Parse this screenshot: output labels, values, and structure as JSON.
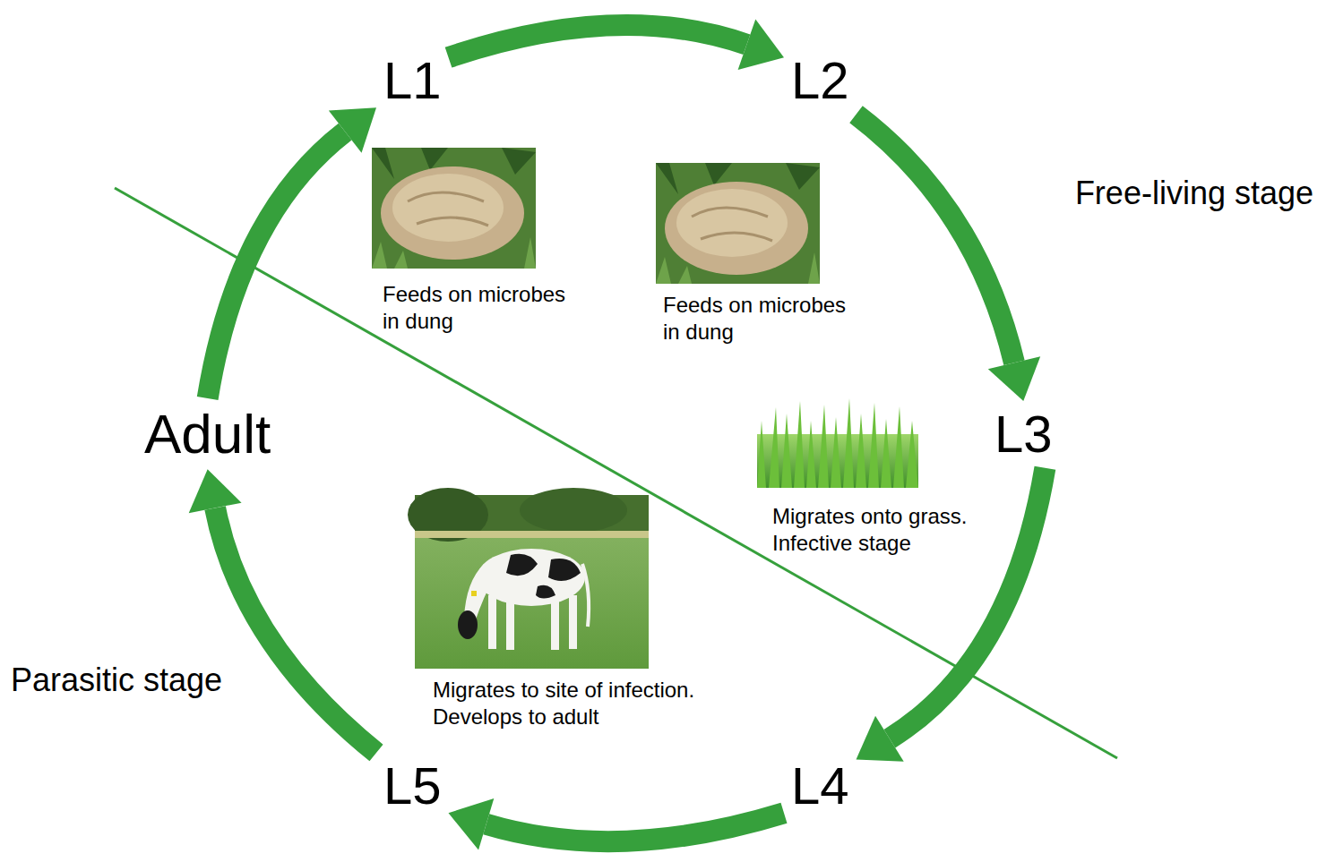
{
  "diagram": {
    "nodes": [
      {
        "text": [
          "L1"
        ]
      },
      {
        "text": [
          "L2"
        ]
      },
      {
        "text": [
          "L3"
        ]
      },
      {
        "text": [
          "L4"
        ]
      },
      {
        "text": [
          "L5"
        ]
      },
      {
        "text": [
          "Adult"
        ]
      }
    ],
    "edges": [
      {
        "from": 0,
        "to": 1,
        "arrow": "to"
      },
      {
        "from": 1,
        "to": 2,
        "arrow": "to"
      },
      {
        "from": 2,
        "to": 3,
        "arrow": "to"
      },
      {
        "from": 3,
        "to": 4,
        "arrow": "to"
      },
      {
        "from": 4,
        "to": 5,
        "arrow": "to"
      },
      {
        "from": 5,
        "to": 0,
        "arrow": "to"
      }
    ],
    "labels": [
      "Free-living stage",
      "Feeds on microbes in dung",
      "Feeds on microbes in dung",
      "Migrates onto grass. Infective stage",
      "Migrates to site of infection. Develops to adult",
      "Parasitic stage"
    ]
  }
}
